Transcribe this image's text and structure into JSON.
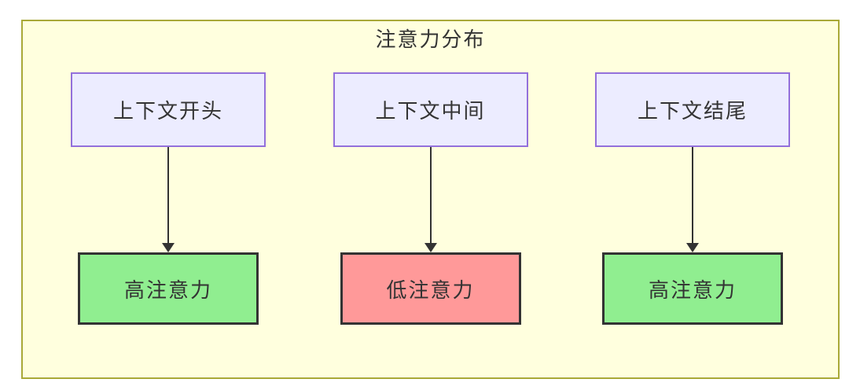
{
  "diagram": {
    "title": "注意力分布",
    "columns": [
      {
        "source": "上下文开头",
        "target": "高注意力",
        "level": "high"
      },
      {
        "source": "上下文中间",
        "target": "低注意力",
        "level": "low"
      },
      {
        "source": "上下文结尾",
        "target": "高注意力",
        "level": "high"
      }
    ],
    "colors": {
      "canvas_bg": "#FFFFFF",
      "container_bg": "#FFFFDE",
      "container_border": "#A9A938",
      "source_box_bg": "#ECECFF",
      "source_box_border": "#9370DB",
      "high_attention_bg": "#90EE90",
      "low_attention_bg": "#FF9999",
      "target_box_border": "#333333",
      "arrow_color": "#333333",
      "text_color": "#333333"
    }
  }
}
